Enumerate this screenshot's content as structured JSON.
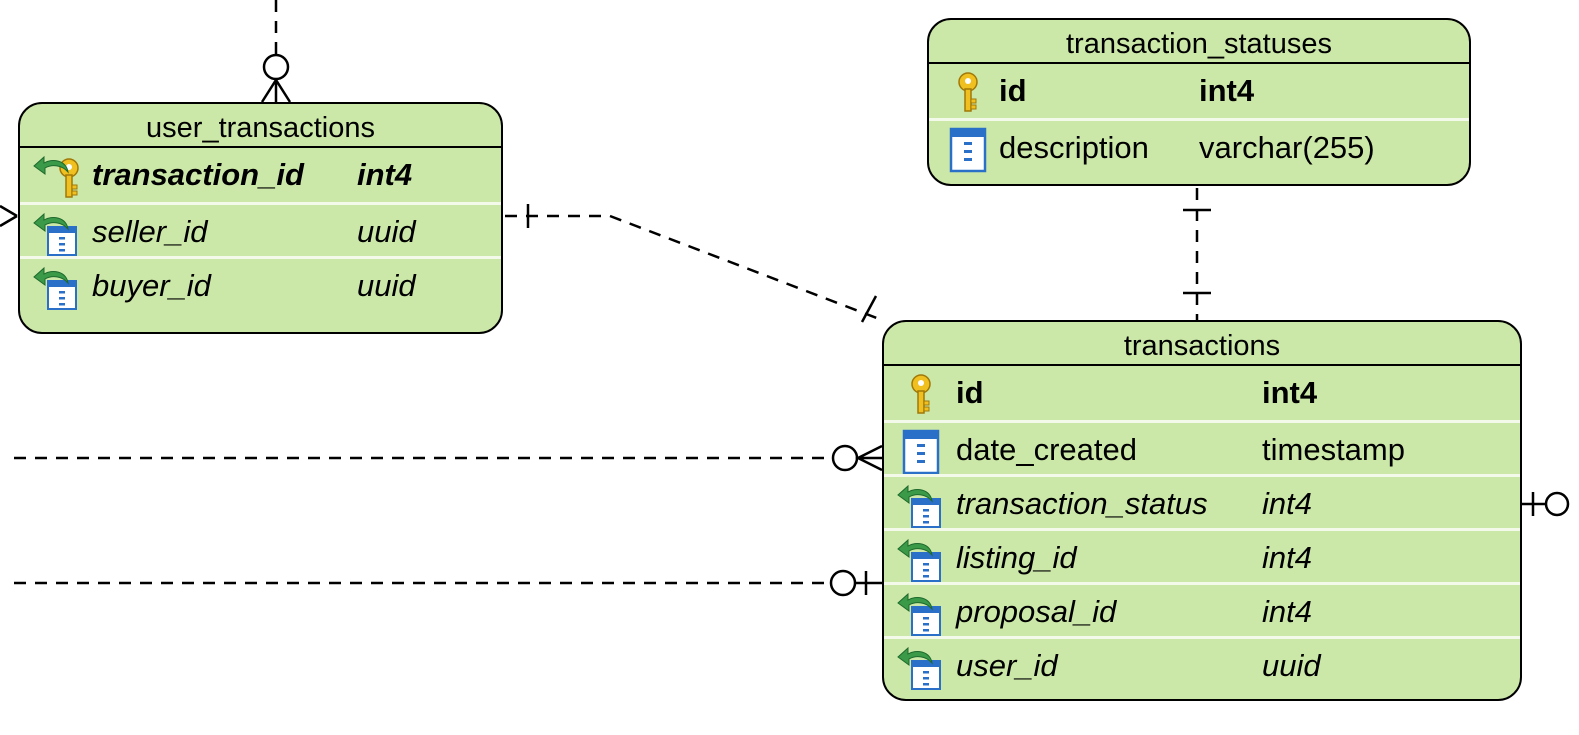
{
  "entities": {
    "user_transactions": {
      "title": "user_transactions",
      "columns": [
        {
          "name": "transaction_id",
          "type": "int4",
          "kind": "pk-fk",
          "icon": "foreign-primary-key-icon"
        },
        {
          "name": "seller_id",
          "type": "uuid",
          "kind": "fk",
          "icon": "foreign-key-column-icon"
        },
        {
          "name": "buyer_id",
          "type": "uuid",
          "kind": "fk",
          "icon": "foreign-key-column-icon"
        }
      ]
    },
    "transaction_statuses": {
      "title": "transaction_statuses",
      "columns": [
        {
          "name": "id",
          "type": "int4",
          "kind": "pk",
          "icon": "primary-key-icon"
        },
        {
          "name": "description",
          "type": "varchar(255)",
          "kind": "column",
          "icon": "column-icon"
        }
      ]
    },
    "transactions": {
      "title": "transactions",
      "columns": [
        {
          "name": "id",
          "type": "int4",
          "kind": "pk",
          "icon": "primary-key-icon"
        },
        {
          "name": "date_created",
          "type": "timestamp",
          "kind": "column",
          "icon": "column-icon"
        },
        {
          "name": "transaction_status",
          "type": "int4",
          "kind": "fk",
          "icon": "foreign-key-column-icon"
        },
        {
          "name": "listing_id",
          "type": "int4",
          "kind": "fk",
          "icon": "foreign-key-column-icon"
        },
        {
          "name": "proposal_id",
          "type": "int4",
          "kind": "fk",
          "icon": "foreign-key-column-icon"
        },
        {
          "name": "user_id",
          "type": "uuid",
          "kind": "fk",
          "icon": "foreign-key-column-icon"
        }
      ]
    }
  },
  "colors": {
    "entity_fill": "#cce8a8",
    "row_divider": "#f4fae9",
    "key_gold": "#f0c020",
    "column_blue": "#2a70c8",
    "fk_arrow_green": "#3a9a48"
  }
}
